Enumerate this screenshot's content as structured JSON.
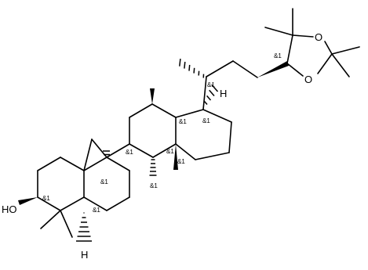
{
  "molecule": {
    "atom_labels": {
      "hydroxyl": "HO",
      "ring_oxygen_top": "O",
      "ring_oxygen_bottom": "O",
      "hydrogen_c17": "H",
      "hydrogen_c5": "H"
    },
    "stereo_descriptor": "&1"
  }
}
